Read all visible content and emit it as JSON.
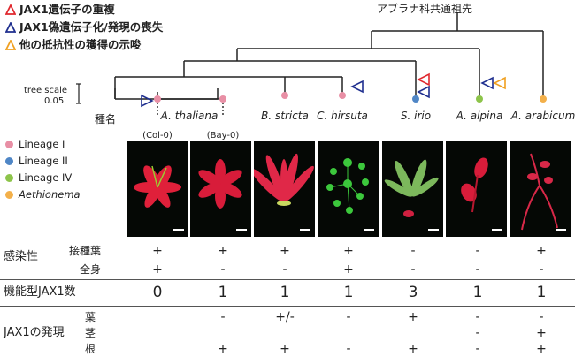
{
  "legend": {
    "items": [
      {
        "label": "JAX1遺伝子の重複",
        "color": "#e0282e"
      },
      {
        "label": "JAX1偽遺伝子化/発現の喪失",
        "color": "#1f2f8f"
      },
      {
        "label": "他の抵抗性の獲得の示唆",
        "color": "#f0a020"
      }
    ]
  },
  "tree": {
    "root_label": "アブラナ科共通祖先",
    "scale_label": "tree scale",
    "scale_value": "0.05"
  },
  "lineage_legend": [
    {
      "label": "Lineage I",
      "color": "#e88fa5"
    },
    {
      "label": "Lineage II",
      "color": "#4f86c6"
    },
    {
      "label": "Lineage IV",
      "color": "#8dc44a"
    },
    {
      "label": "Aethionema",
      "color": "#f3b04a"
    }
  ],
  "species_header": "種名",
  "species": [
    "A. thaliana",
    "B. stricta",
    "C. hirsuta",
    "S. irio",
    "A. alpina",
    "A. arabicum"
  ],
  "accessions": [
    "(Col-0)",
    "(Bay-0)"
  ],
  "infection": {
    "label": "感染性",
    "rows": [
      {
        "label": "接種葉",
        "values": [
          "+",
          "+",
          "+",
          "+",
          "-",
          "-",
          "+"
        ]
      },
      {
        "label": "全身",
        "values": [
          "+",
          "-",
          "-",
          "+",
          "-",
          "-",
          "-"
        ]
      }
    ]
  },
  "jax1_count": {
    "label": "機能型JAX1数",
    "values": [
      "0",
      "1",
      "1",
      "1",
      "3",
      "1",
      "1"
    ]
  },
  "expression": {
    "label": "JAX1の発現",
    "rows": [
      {
        "label": "葉",
        "values": [
          "",
          "-",
          "+/-",
          "-",
          "+",
          "-",
          "-"
        ]
      },
      {
        "label": "茎",
        "values": [
          "",
          "",
          "",
          "",
          "",
          "-",
          "+"
        ]
      },
      {
        "label": "根",
        "values": [
          "",
          "+",
          "+",
          "-",
          "+",
          "-",
          "+"
        ]
      }
    ]
  }
}
